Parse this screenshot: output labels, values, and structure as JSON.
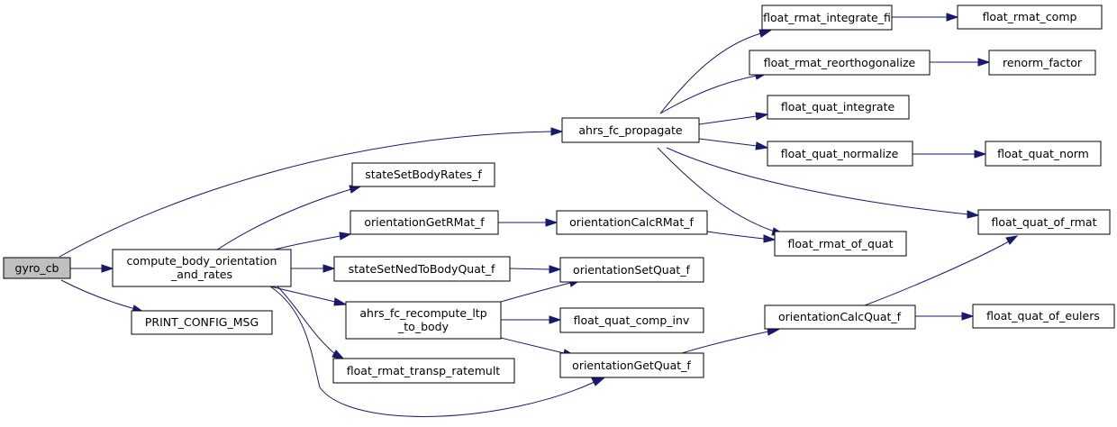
{
  "graph": {
    "nodes": {
      "gyro_cb": "gyro_cb",
      "compute_line1": "compute_body_orientation",
      "compute_line2": "_and_rates",
      "print_config": "PRINT_CONFIG_MSG",
      "ahrs_propagate": "ahrs_fc_propagate",
      "state_body_rates": "stateSetBodyRates_f",
      "orient_get_rmat": "orientationGetRMat_f",
      "state_ned_quat": "stateSetNedToBodyQuat_f",
      "ahrs_recompute_line1": "ahrs_fc_recompute_ltp",
      "ahrs_recompute_line2": "_to_body",
      "rmat_transp_ratemult": "float_rmat_transp_ratemult",
      "rmat_integrate_fi": "float_rmat_integrate_fi",
      "rmat_comp": "float_rmat_comp",
      "rmat_reorthogonalize": "float_rmat_reorthogonalize",
      "renorm_factor": "renorm_factor",
      "quat_integrate": "float_quat_integrate",
      "quat_normalize": "float_quat_normalize",
      "quat_norm": "float_quat_norm",
      "quat_of_rmat": "float_quat_of_rmat",
      "orient_calc_rmat": "orientationCalcRMat_f",
      "rmat_of_quat": "float_rmat_of_quat",
      "orient_set_quat": "orientationSetQuat_f",
      "quat_comp_inv": "float_quat_comp_inv",
      "orient_calc_quat": "orientationCalcQuat_f",
      "quat_of_eulers": "float_quat_of_eulers",
      "orient_get_quat": "orientationGetQuat_f"
    }
  }
}
